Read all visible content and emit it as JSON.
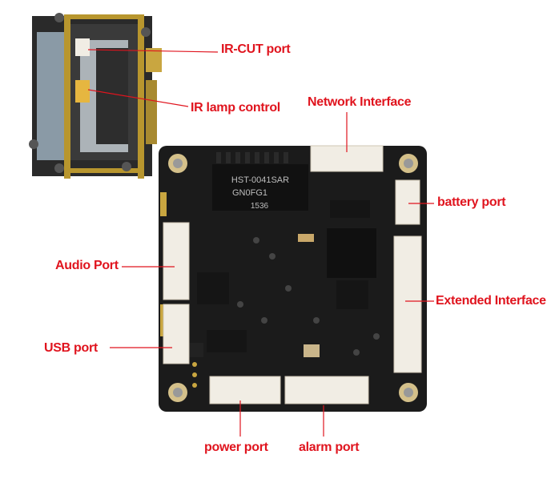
{
  "labels": {
    "ir_cut": "IR-CUT port",
    "ir_lamp": "IR lamp control",
    "network": "Network Interface",
    "battery": "battery port",
    "audio": "Audio Port",
    "extended": "Extended Interface",
    "usb": "USB port",
    "power": "power port",
    "alarm": "alarm port"
  },
  "chip_text": {
    "line1": "HST-0041SAR",
    "line2": "GN0FG1",
    "line3": "1536"
  },
  "colors": {
    "label_red": "#e0141e",
    "pcb_black": "#1b1b1b",
    "connector_white": "#f1ede4",
    "brass": "#b8962e"
  }
}
